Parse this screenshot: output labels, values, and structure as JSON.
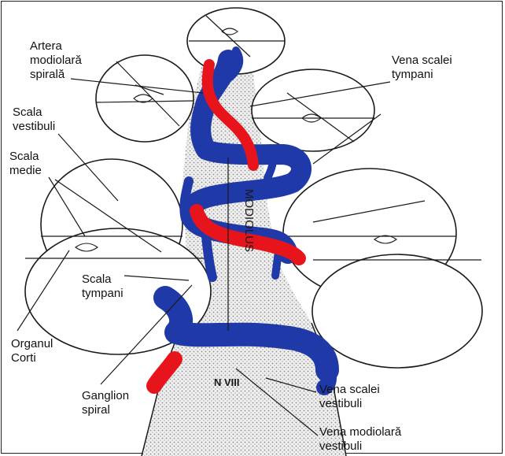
{
  "labels": {
    "artera": [
      "Artera",
      "modiolară",
      "spirală"
    ],
    "vena_scalei_tympani": [
      "Vena scalei",
      "tympani"
    ],
    "scala_vestibuli": [
      "Scala",
      "vestibuli"
    ],
    "scala_medie": [
      "Scala",
      "medie"
    ],
    "scala_tympani": [
      "Scala",
      "tympani"
    ],
    "organul_corti": [
      "Organul",
      "Corti"
    ],
    "ganglion_spiral": [
      "Ganglion",
      "spiral"
    ],
    "vena_scalei_vestibuli": [
      "Vena scalei",
      "vestibuli"
    ],
    "vena_modiolara": [
      "Vena modiolară",
      "vestibuli"
    ]
  },
  "diagram_text": {
    "modiolus": "MODIOLUS",
    "nerve": "N VIII"
  },
  "colors": {
    "artery": "#e8141c",
    "vein": "#1f3aa8",
    "outline": "#1a1a1a",
    "stipple": "#d9d9d9"
  }
}
